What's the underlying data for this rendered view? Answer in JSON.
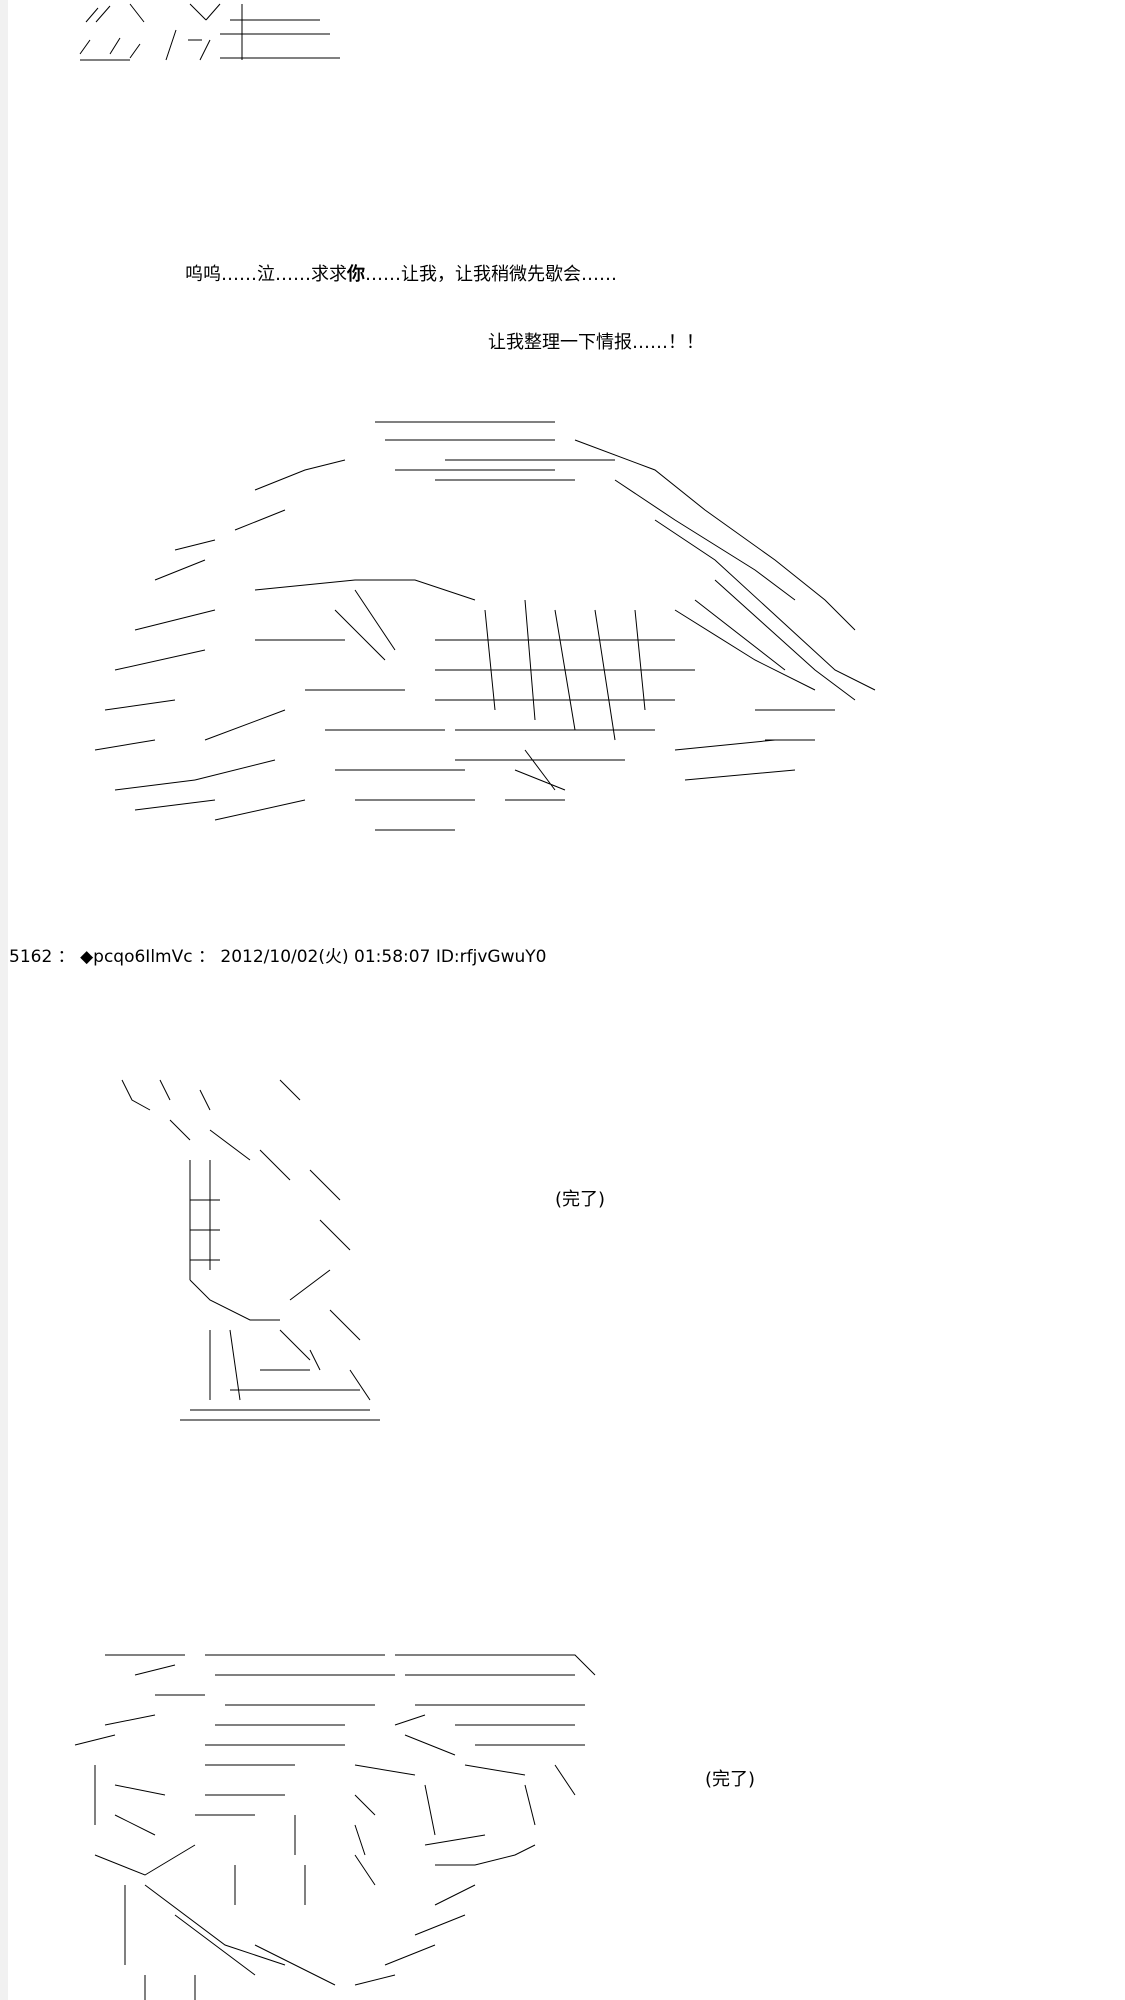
{
  "dialogue": {
    "line1_pre": "呜呜……泣……求求",
    "line1_bold": "你",
    "line1_post": "……让我，让我稍微先歇会……",
    "line2": "让我整理一下情报……！！"
  },
  "post": {
    "number": "5162",
    "separator": "：",
    "trip_mark": "◆",
    "trip": "pcqo6IlmVc",
    "separator2": "：",
    "date": "2012/10/02(火) 01:58:07",
    "id": "ID:rfjvGwuY0"
  },
  "captions": {
    "first": "(完了)",
    "second": "(完了)"
  },
  "colors": {
    "ink": "#000000",
    "page": "#ffffff",
    "left_strip": "#f1f1f1"
  }
}
